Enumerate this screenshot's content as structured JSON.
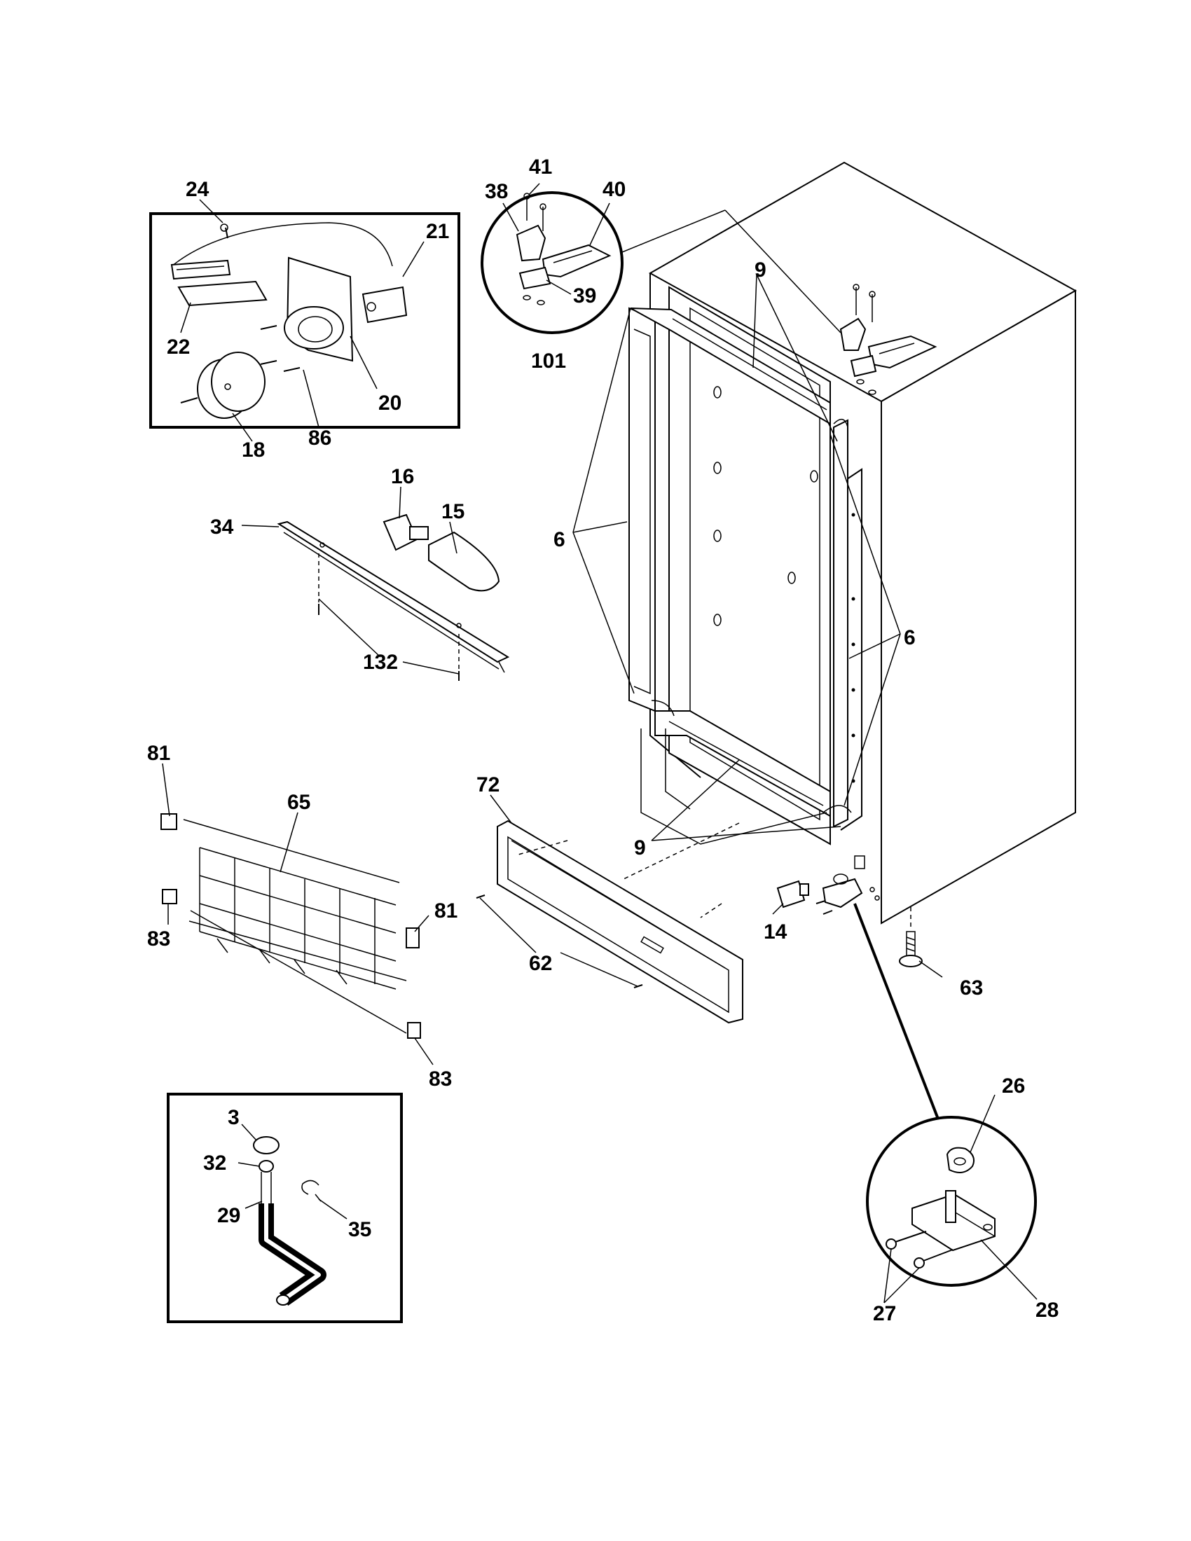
{
  "callouts": {
    "c24": "24",
    "c21": "21",
    "c22": "22",
    "c20": "20",
    "c18": "18",
    "c86": "86",
    "c41": "41",
    "c38": "38",
    "c40": "40",
    "c39": "39",
    "c101": "101",
    "c9a": "9",
    "c6a": "6",
    "c6b": "6",
    "c9b": "9",
    "c16": "16",
    "c15": "15",
    "c34": "34",
    "c132": "132",
    "c81a": "81",
    "c65": "65",
    "c83a": "83",
    "c81b": "81",
    "c83b": "83",
    "c72": "72",
    "c62": "62",
    "c14": "14",
    "c63": "63",
    "c3": "3",
    "c32": "32",
    "c29": "29",
    "c35": "35",
    "c26": "26",
    "c27": "27",
    "c28": "28"
  },
  "colors": {
    "line": "#000000",
    "background": "#ffffff"
  }
}
